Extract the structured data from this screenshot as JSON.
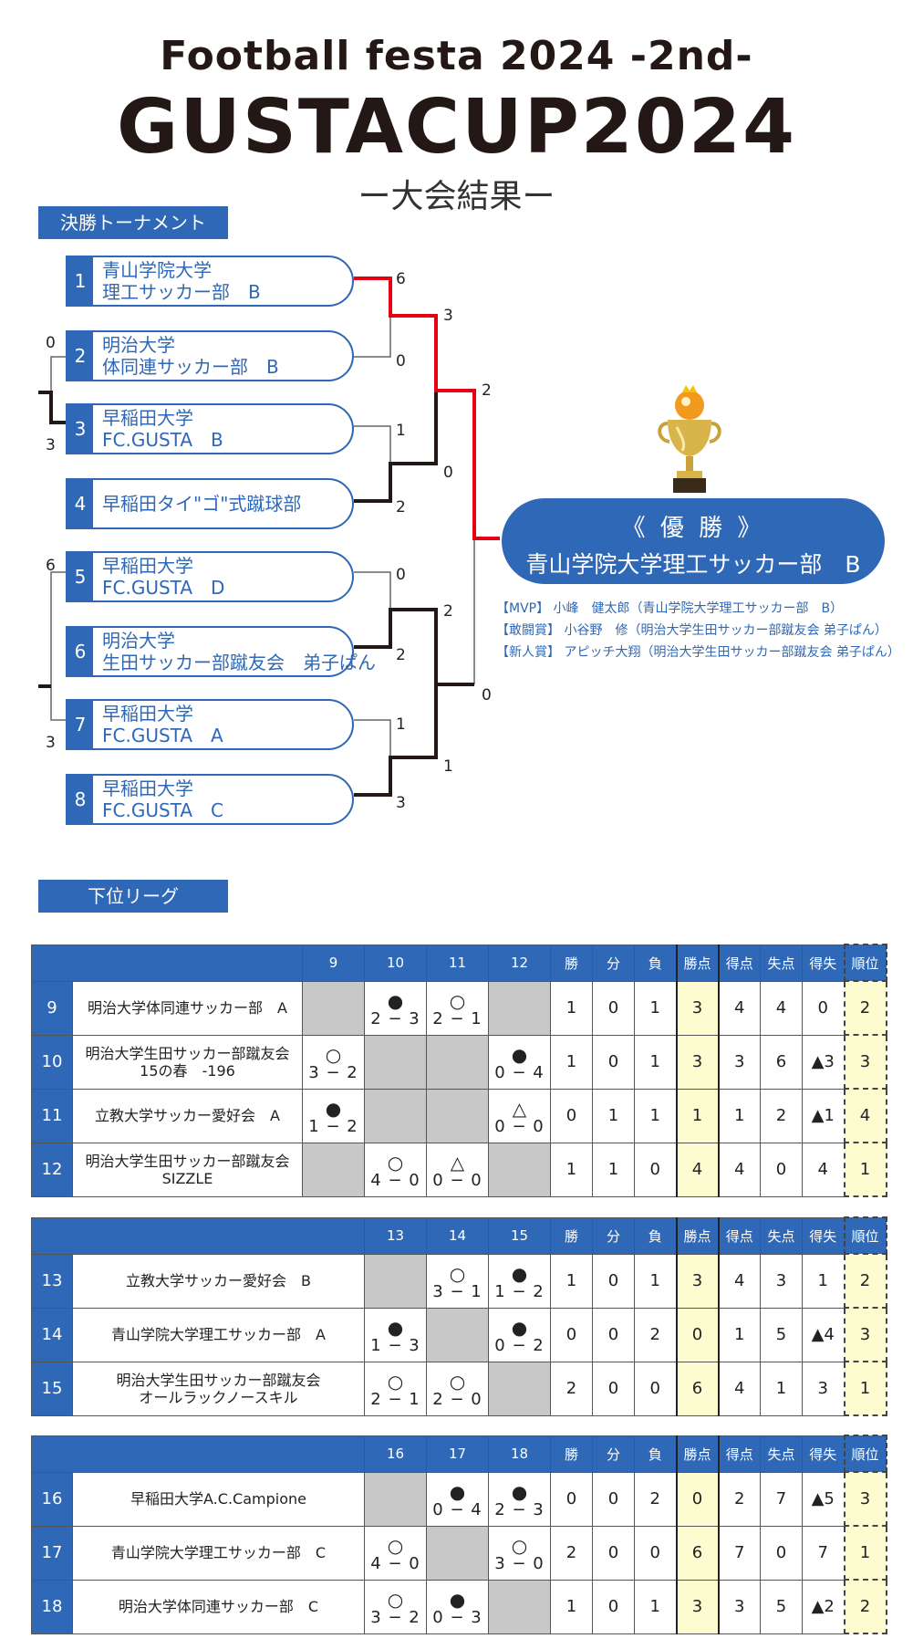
{
  "header": {
    "line1": "Football festa 2024 -2nd-",
    "line2": "GUSTACUP2024",
    "line3": "ー大会結果ー"
  },
  "tournament": {
    "label": "決勝トーナメント",
    "teams": [
      {
        "num": "1",
        "line1": "青山学院大学",
        "line2": "理工サッカー部　B"
      },
      {
        "num": "2",
        "line1": "明治大学",
        "line2": "体同連サッカー部　B"
      },
      {
        "num": "3",
        "line1": "早稲田大学",
        "line2": "FC.GUSTA　B"
      },
      {
        "num": "4",
        "line1": "早稲田タイ\"ゴ\"式蹴球部",
        "line2": ""
      },
      {
        "num": "5",
        "line1": "早稲田大学",
        "line2": "FC.GUSTA　D"
      },
      {
        "num": "6",
        "line1": "明治大学",
        "line2": "生田サッカー部蹴友会　弟子ぱん"
      },
      {
        "num": "7",
        "line1": "早稲田大学",
        "line2": "FC.GUSTA　A"
      },
      {
        "num": "8",
        "line1": "早稲田大学",
        "line2": "FC.GUSTA　C"
      }
    ],
    "scores": {
      "t1": "6",
      "t2": "0",
      "t3": "1",
      "t4": "2",
      "t5": "0",
      "t6": "2",
      "t7": "1",
      "t8": "3",
      "sf1": "3",
      "sf2": "0",
      "sf3": "2",
      "sf4": "1",
      "f1": "2",
      "f2": "0",
      "pre_a_top": "0",
      "pre_a_bot": "3",
      "pre_b_top": "6",
      "pre_b_bot": "3"
    },
    "champion": {
      "title": "《 優 勝 》",
      "team": "青山学院大学理工サッカー部　B"
    },
    "awards": [
      "【MVP】 小峰　健太郎（青山学院大学理工サッカー部　B）",
      "【敢闘賞】 小谷野　修（明治大学生田サッカー部蹴友会 弟子ぱん）",
      "【新人賞】 アピッチ大翔（明治大学生田サッカー部蹴友会 弟子ぱん）"
    ],
    "colors": {
      "accent": "#2f68b6",
      "winner_line": "#e60012"
    }
  },
  "league": {
    "label": "下位リーグ",
    "stat_headers": [
      "勝",
      "分",
      "負",
      "勝点",
      "得点",
      "失点",
      "得失",
      "順位"
    ],
    "groups": [
      {
        "cols": [
          "9",
          "10",
          "11",
          "12"
        ],
        "rows": [
          {
            "no": "9",
            "name": [
              "明治大学体同連サッカー部　A"
            ],
            "cells": [
              null,
              [
                "●",
                "2 − 3"
              ],
              [
                "○",
                "2 − 1"
              ],
              null
            ],
            "stats": [
              "1",
              "0",
              "1",
              "3",
              "4",
              "4",
              "0",
              "2"
            ]
          },
          {
            "no": "10",
            "name": [
              "明治大学生田サッカー部蹴友会",
              "15の春　-196"
            ],
            "cells": [
              [
                "○",
                "3 − 2"
              ],
              null,
              null,
              [
                "●",
                "0 − 4"
              ]
            ],
            "stats": [
              "1",
              "0",
              "1",
              "3",
              "3",
              "6",
              "▲3",
              "3"
            ]
          },
          {
            "no": "11",
            "name": [
              "立教大学サッカー愛好会　A"
            ],
            "cells": [
              [
                "●",
                "1 − 2"
              ],
              null,
              null,
              [
                "△",
                "0 − 0"
              ]
            ],
            "stats": [
              "0",
              "1",
              "1",
              "1",
              "1",
              "2",
              "▲1",
              "4"
            ]
          },
          {
            "no": "12",
            "name": [
              "明治大学生田サッカー部蹴友会",
              "SIZZLE"
            ],
            "cells": [
              null,
              [
                "○",
                "4 − 0"
              ],
              [
                "△",
                "0 − 0"
              ],
              null
            ],
            "stats": [
              "1",
              "1",
              "0",
              "4",
              "4",
              "0",
              "4",
              "1"
            ]
          }
        ]
      },
      {
        "cols": [
          "13",
          "14",
          "15"
        ],
        "rows": [
          {
            "no": "13",
            "name": [
              "立教大学サッカー愛好会　B"
            ],
            "cells": [
              null,
              [
                "○",
                "3 − 1"
              ],
              [
                "●",
                "1 − 2"
              ]
            ],
            "stats": [
              "1",
              "0",
              "1",
              "3",
              "4",
              "3",
              "1",
              "2"
            ]
          },
          {
            "no": "14",
            "name": [
              "青山学院大学理工サッカー部　A"
            ],
            "cells": [
              [
                "●",
                "1 − 3"
              ],
              null,
              [
                "●",
                "0 − 2"
              ]
            ],
            "stats": [
              "0",
              "0",
              "2",
              "0",
              "1",
              "5",
              "▲4",
              "3"
            ]
          },
          {
            "no": "15",
            "name": [
              "明治大学生田サッカー部蹴友会",
              "オールラックノースキル"
            ],
            "cells": [
              [
                "○",
                "2 − 1"
              ],
              [
                "○",
                "2 − 0"
              ],
              null
            ],
            "stats": [
              "2",
              "0",
              "0",
              "6",
              "4",
              "1",
              "3",
              "1"
            ]
          }
        ]
      },
      {
        "cols": [
          "16",
          "17",
          "18"
        ],
        "rows": [
          {
            "no": "16",
            "name": [
              "早稲田大学A.C.Campione"
            ],
            "cells": [
              null,
              [
                "●",
                "0 − 4"
              ],
              [
                "●",
                "2 − 3"
              ]
            ],
            "stats": [
              "0",
              "0",
              "2",
              "0",
              "2",
              "7",
              "▲5",
              "3"
            ]
          },
          {
            "no": "17",
            "name": [
              "青山学院大学理工サッカー部　C"
            ],
            "cells": [
              [
                "○",
                "4 − 0"
              ],
              null,
              [
                "○",
                "3 − 0"
              ]
            ],
            "stats": [
              "2",
              "0",
              "0",
              "6",
              "7",
              "0",
              "7",
              "1"
            ]
          },
          {
            "no": "18",
            "name": [
              "明治大学体同連サッカー部　C"
            ],
            "cells": [
              [
                "○",
                "3 − 2"
              ],
              [
                "●",
                "0 − 3"
              ],
              null
            ],
            "stats": [
              "1",
              "0",
              "1",
              "3",
              "3",
              "5",
              "▲2",
              "2"
            ]
          }
        ]
      }
    ]
  }
}
